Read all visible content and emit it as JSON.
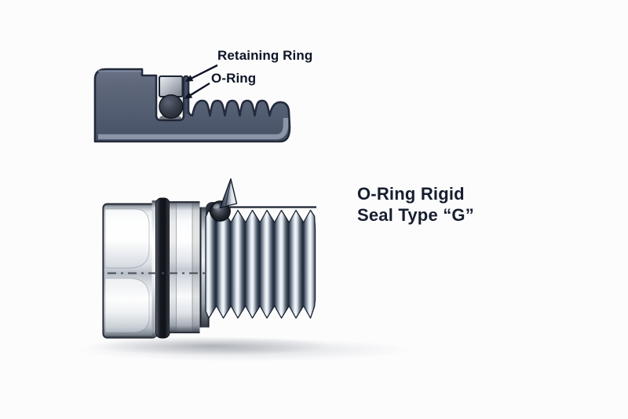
{
  "illustration": {
    "background_color": "#fcfcfd",
    "ink_color": "#0e1526",
    "cross_section": {
      "retaining_ring_label": "Retaining Ring",
      "o_ring_label": "O-Ring",
      "body_color": "#566074",
      "outline_color": "#232a3c",
      "retaining_ring_color": "#aab0bb",
      "o_ring_color": "#2a303a"
    },
    "fitting": {
      "steel_bright": "#f4f6f8",
      "steel_dark": "#1d2430",
      "seal_band_color": "#14171d",
      "o_ring_bead_color": "#23272f"
    },
    "caption": {
      "line1": "O-Ring Rigid",
      "line2": "Seal Type “G”"
    }
  }
}
